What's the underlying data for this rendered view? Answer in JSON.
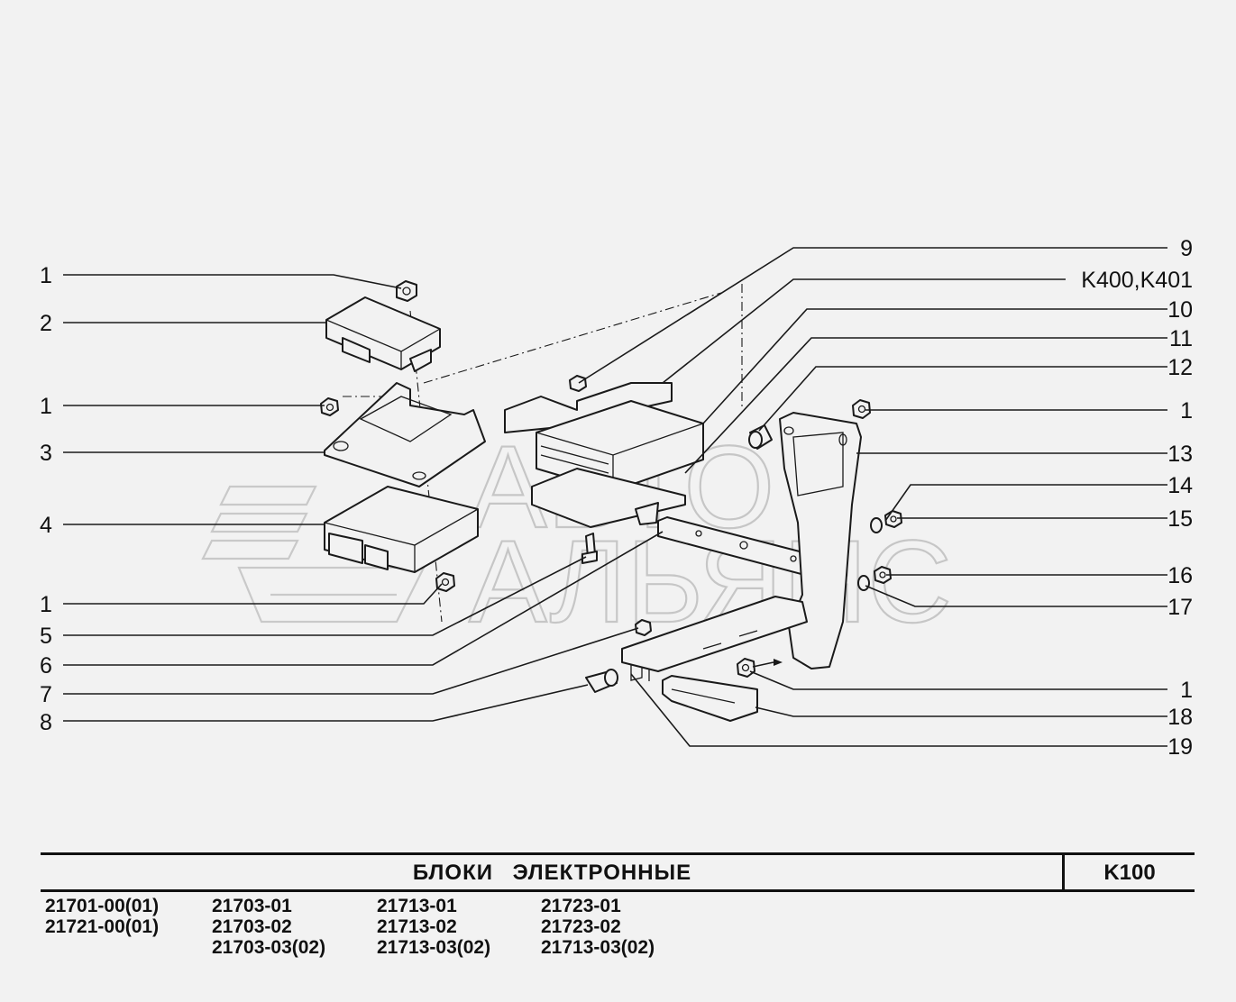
{
  "callouts_left": [
    "1",
    "2",
    "1",
    "3",
    "4",
    "1",
    "5",
    "6",
    "7",
    "8"
  ],
  "callouts_right": [
    "9",
    "K400,K401",
    "10",
    "11",
    "12",
    "1",
    "13",
    "14",
    "15",
    "16",
    "17",
    "1",
    "18",
    "19"
  ],
  "watermark": {
    "line1": "АВТО",
    "line2": "АЛЬЯНС"
  },
  "title": "БЛОКИ ЭЛЕКТРОННЫЕ",
  "code": "K100",
  "models": [
    [
      "21701-00(01)",
      "21721-00(01)"
    ],
    [
      "21703-01",
      "21703-02",
      "21703-03(02)"
    ],
    [
      "21713-01",
      "21713-02",
      "21713-03(02)"
    ],
    [
      "21723-01",
      "21723-02",
      "21713-03(02)"
    ]
  ]
}
